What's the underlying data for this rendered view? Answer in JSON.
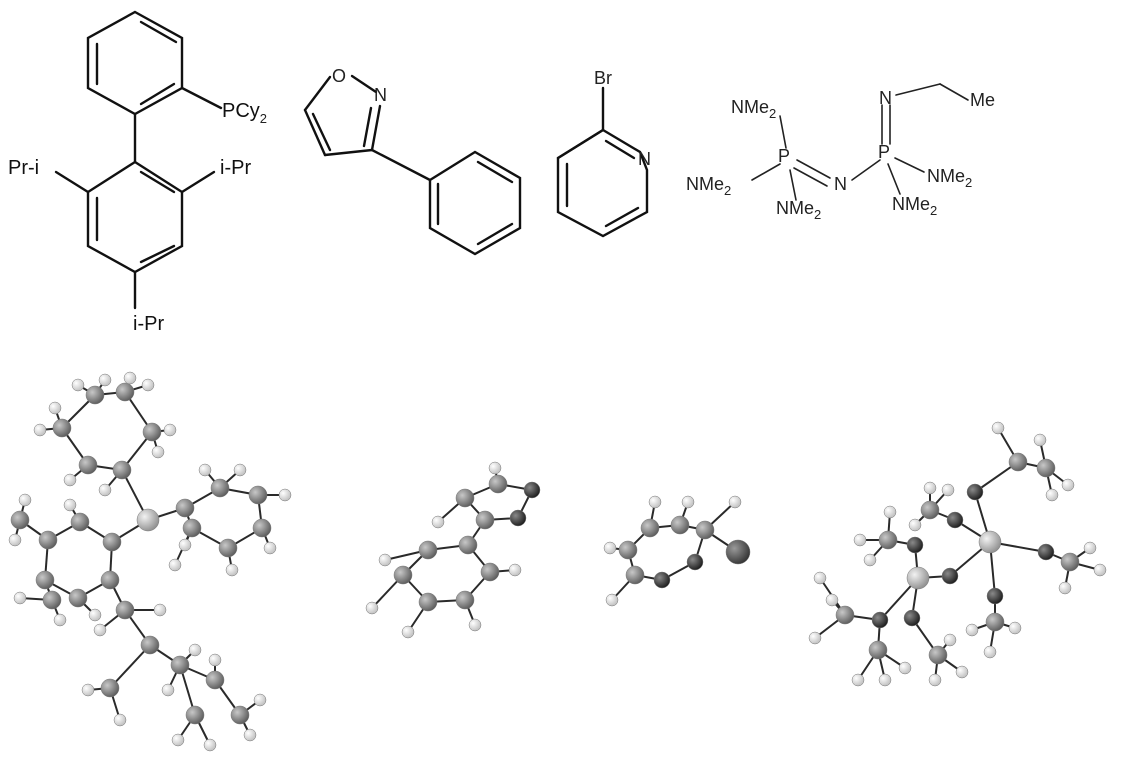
{
  "structures": {
    "xphos": {
      "pcy2": {
        "main": "PCy",
        "sub": "2"
      },
      "ipr_left": "Pr-i",
      "ipr_right": "i-Pr",
      "ipr_bottom": "i-Pr"
    },
    "isoxazole": {
      "o": "O",
      "n": "N"
    },
    "bromopyridine": {
      "br": "Br",
      "n": "N"
    },
    "phosphazene": {
      "nme2_top": {
        "main": "NMe",
        "sub": "2"
      },
      "nme2_left": {
        "main": "NMe",
        "sub": "2"
      },
      "nme2_bottom_left": {
        "main": "NMe",
        "sub": "2"
      },
      "nme2_right": {
        "main": "NMe",
        "sub": "2"
      },
      "nme2_bottom_right": {
        "main": "NMe",
        "sub": "2"
      },
      "p_left": "P",
      "p_right": "P",
      "n_center": "N",
      "n_top": "N",
      "me": "Me"
    }
  },
  "colors": {
    "hydrogen": "#eaeaea",
    "carbon": "#8c8c8c",
    "heteroatom": "#3a3a3a",
    "phosphorus": "#bcbcbc",
    "bromine": "#555555"
  }
}
